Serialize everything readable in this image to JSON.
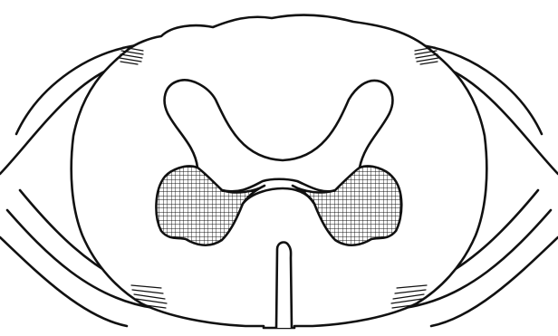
{
  "diagram": {
    "kind": "spinal-cord-cross-section",
    "colors": {
      "ink": "#111111",
      "background": "#ffffff"
    },
    "regions": [
      {
        "id": "white-matter",
        "pattern": "none"
      },
      {
        "id": "gray-matter-dorsal-horns",
        "pattern": "none"
      },
      {
        "id": "left-ventral-horn",
        "pattern": "crosshatch"
      },
      {
        "id": "right-ventral-horn",
        "pattern": "crosshatch"
      },
      {
        "id": "anterior-median-fissure",
        "pattern": "none"
      },
      {
        "id": "dorsal-nerve-roots",
        "pattern": "striated"
      },
      {
        "id": "ventral-nerve-roots",
        "pattern": "striated"
      }
    ]
  }
}
